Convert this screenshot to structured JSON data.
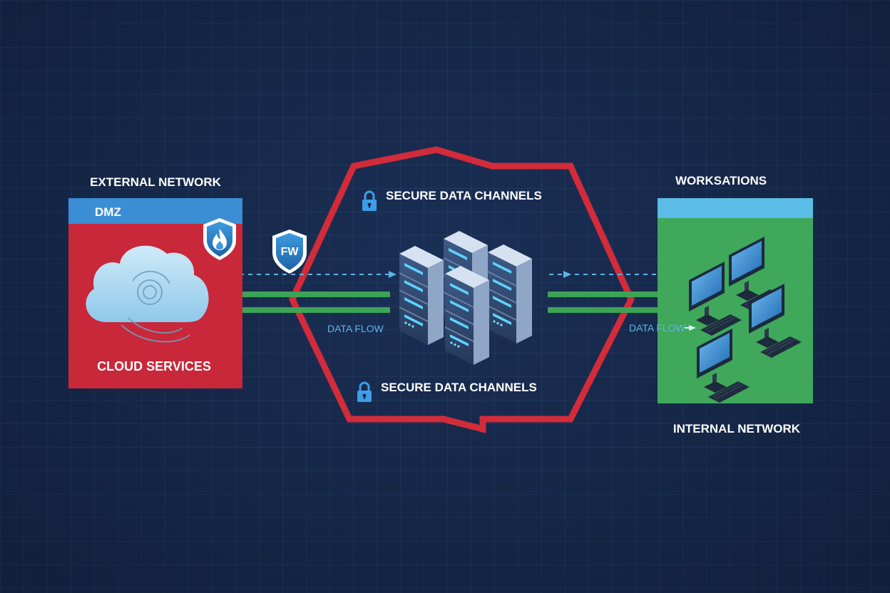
{
  "labels": {
    "external_network": "EXTERNAL NETWORK",
    "dmz": "DMZ",
    "cloud_services": "CLOUD SERVICES",
    "firewall": "FW",
    "secure_top": "SECURE DATA CHANNELS",
    "secure_bottom": "SECURE DATA CHANNELS",
    "data_flow_left": "DATA FLOW",
    "data_flow_right": "DATA FLOW",
    "workstations": "WORKSATIONS",
    "internal_network": "INTERNAL NETWORK"
  },
  "colors": {
    "background": "#16284a",
    "dmz_red": "#c8283a",
    "dmz_header": "#3b8ed4",
    "hexagon": "#d22b3a",
    "channel_green": "#3ba455",
    "internal_green": "#3fa85a",
    "internal_header": "#5bbde6",
    "flow_blue": "#5db4ea"
  },
  "icons": {
    "shield_fire": "shield-fire-icon",
    "shield_fw": "shield-fw-icon",
    "lock": "lock-icon",
    "cloud": "cloud-icon",
    "server": "server-rack-icon",
    "computer": "workstation-icon"
  }
}
